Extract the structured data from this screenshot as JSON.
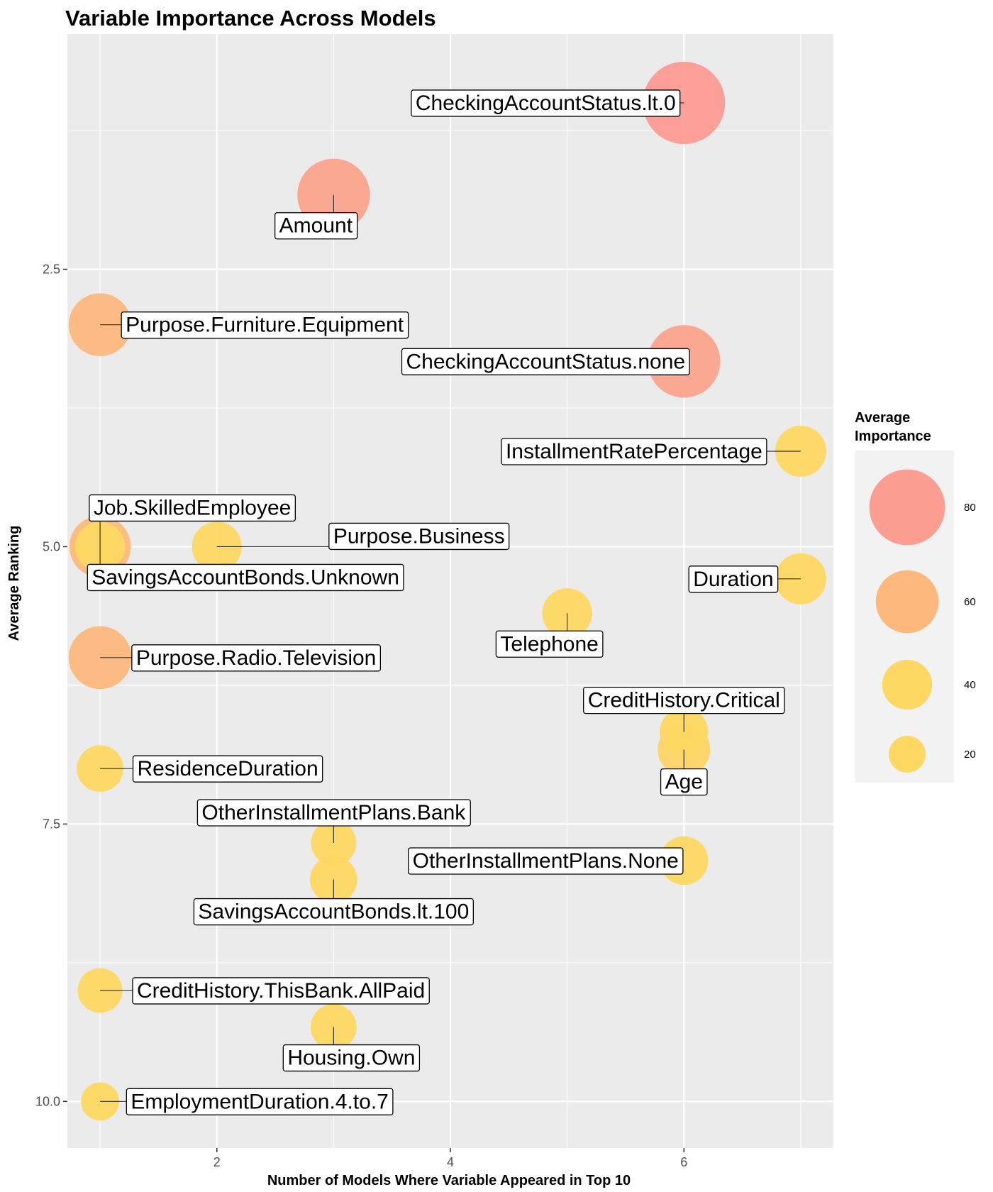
{
  "chart_data": {
    "type": "scatter",
    "title": "Variable Importance Across Models",
    "xlabel": "Number of Models Where Variable Appeared in Top 10",
    "ylabel": "Average Ranking",
    "xlim": [
      0.72,
      7.28
    ],
    "ylim": [
      10.42,
      0.38
    ],
    "y_reversed": true,
    "x_ticks": [
      "2",
      "4",
      "6"
    ],
    "x_tick_values": [
      2,
      4,
      6
    ],
    "y_ticks": [
      "2.5",
      "5.0",
      "7.5",
      "10.0"
    ],
    "y_tick_values": [
      2.5,
      5.0,
      7.5,
      10.0
    ],
    "grid": true,
    "legend_position": "right",
    "legend": {
      "title_line1": "Average",
      "title_line2": "Importance",
      "entries": [
        {
          "label": "80",
          "value": 80
        },
        {
          "label": "60",
          "value": 60
        },
        {
          "label": "40",
          "value": 40
        },
        {
          "label": "20",
          "value": 20
        }
      ]
    },
    "points": [
      {
        "label": "CheckingAccountStatus.lt.0",
        "x": 6,
        "y": 1.0,
        "importance": 90
      },
      {
        "label": "Amount",
        "x": 3,
        "y": 1.83,
        "importance": 75
      },
      {
        "label": "Purpose.Furniture.Equipment",
        "x": 1,
        "y": 3.0,
        "importance": 60
      },
      {
        "label": "CheckingAccountStatus.none",
        "x": 6,
        "y": 3.33,
        "importance": 75
      },
      {
        "label": "InstallmentRatePercentage",
        "x": 7,
        "y": 4.14,
        "importance": 42
      },
      {
        "label": "Job.SkilledEmployee",
        "x": 1,
        "y": 5.0,
        "importance": 58
      },
      {
        "label": "SavingsAccountBonds.Unknown",
        "x": 1,
        "y": 5.0,
        "importance": 40
      },
      {
        "label": "Purpose.Business",
        "x": 2,
        "y": 5.0,
        "importance": 40
      },
      {
        "label": "Duration",
        "x": 7,
        "y": 5.29,
        "importance": 42
      },
      {
        "label": "Telephone",
        "x": 5,
        "y": 5.6,
        "importance": 40
      },
      {
        "label": "Purpose.Radio.Television",
        "x": 1,
        "y": 6.0,
        "importance": 60
      },
      {
        "label": "CreditHistory.Critical",
        "x": 6,
        "y": 6.67,
        "importance": 38
      },
      {
        "label": "Age",
        "x": 6,
        "y": 6.83,
        "importance": 44
      },
      {
        "label": "ResidenceDuration",
        "x": 1,
        "y": 7.0,
        "importance": 35
      },
      {
        "label": "OtherInstallmentPlans.Bank",
        "x": 3,
        "y": 7.67,
        "importance": 33
      },
      {
        "label": "OtherInstallmentPlans.None",
        "x": 6,
        "y": 7.83,
        "importance": 38
      },
      {
        "label": "SavingsAccountBonds.lt.100",
        "x": 3,
        "y": 8.0,
        "importance": 36
      },
      {
        "label": "CreditHistory.ThisBank.AllPaid",
        "x": 1,
        "y": 9.0,
        "importance": 32
      },
      {
        "label": "Housing.Own",
        "x": 3,
        "y": 9.33,
        "importance": 34
      },
      {
        "label": "EmploymentDuration.4.to.7",
        "x": 1,
        "y": 10.0,
        "importance": 22
      }
    ],
    "colors": {
      "panel_background": "#ebebeb",
      "grid": "#ffffff",
      "high": "#fc9b94",
      "mid": "#fcb480",
      "low": "#fdd862"
    }
  }
}
